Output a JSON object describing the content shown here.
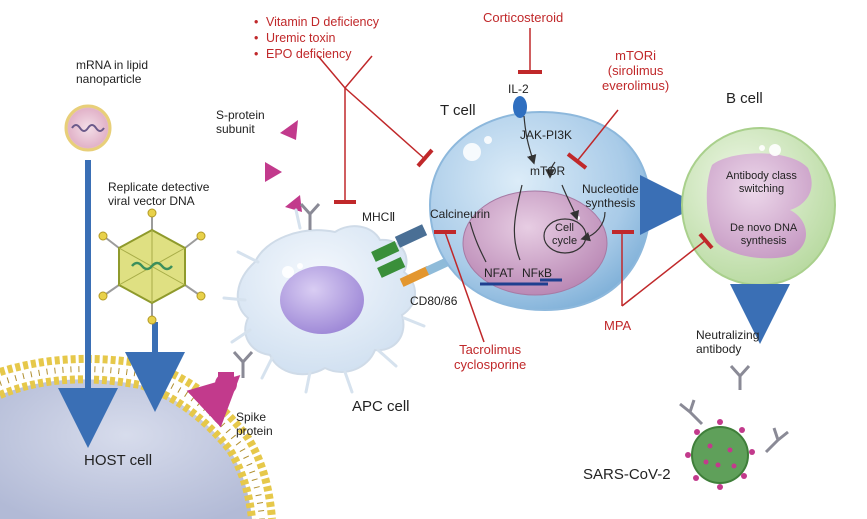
{
  "labels": {
    "mrna": [
      "mRNA in lipid",
      "nanoparticle"
    ],
    "replicate": [
      "Replicate detective",
      "viral vector DNA"
    ],
    "sprotein": [
      "S-protein",
      "subunit"
    ],
    "inhibitors_top": [
      "Vitamin D deficiency",
      "Uremic toxin",
      "EPO deficiency"
    ],
    "corticosteroid": "Corticosteroid",
    "il2": "IL-2",
    "tcell": "T cell",
    "jak": "JAK-PI3K",
    "mtor": "mTOR",
    "mtori": [
      "mTORi",
      "(sirolimus",
      "everolimus)"
    ],
    "calcineurin": "Calcineurin",
    "nucleotide": [
      "Nucleotide",
      "synthesis"
    ],
    "cellcycle": [
      "Cell",
      "cycle"
    ],
    "nfat": "NFAT",
    "nfkb": "NFκB",
    "mhc": "MHCⅡ",
    "cd80": "CD80/86",
    "tacrolimus": [
      "Tacrolimus",
      "cyclosporine"
    ],
    "mpa": "MPA",
    "bcell": "B cell",
    "antibody_switch": [
      "Antibody class",
      "switching"
    ],
    "denovo": [
      "De novo DNA",
      "synthesis"
    ],
    "neutralizing": [
      "Neutralizing",
      "antibody"
    ],
    "apc": "APC cell",
    "spike": [
      "Spike",
      "protein"
    ],
    "host": "HOST cell",
    "sars": "SARS-CoV-2"
  },
  "colors": {
    "inhibitor_red": "#c0282a",
    "arrow_blue": "#3a6fb5",
    "tcell_blue": "#a9cbe8",
    "nucleus_pink": "#c9a0c4",
    "bcell_green": "#cfe6bf",
    "apc_purple": "#b8a4e0",
    "spike_magenta": "#c23a8c",
    "virus_green": "#5fa05a"
  }
}
